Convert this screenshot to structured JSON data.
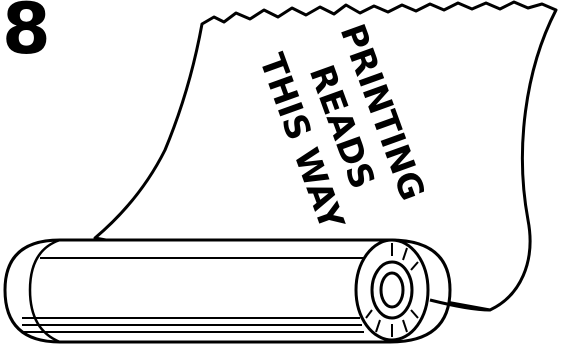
{
  "step_number": "8",
  "label_lines": [
    "PRINTING",
    "READS",
    "THIS WAY"
  ],
  "colors": {
    "ink": "#000000",
    "paper": "#ffffff"
  },
  "icons": [
    "paper-roll-icon"
  ]
}
